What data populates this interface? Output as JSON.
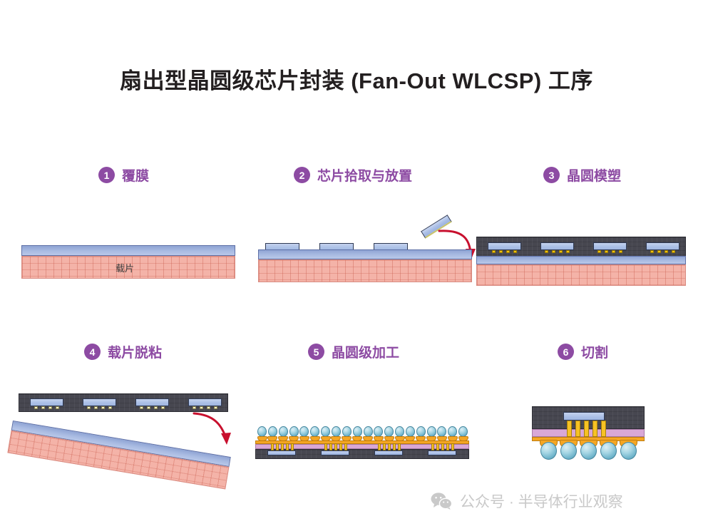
{
  "title": "扇出型晶圆级芯片封装 (Fan-Out WLCSP) 工序",
  "colors": {
    "accent_purple": "#8d4ba3",
    "carrier_pink": "#f4b3a8",
    "film_blue": "#a9bbe2",
    "mold_gray": "#474750",
    "die_blue": "#aabfe6",
    "dielectric_violet": "#d9a8d6",
    "rdl_orange": "#f5a623",
    "via_gold": "#f6c224",
    "solder_teal": "#6fb4cb",
    "arrow_red": "#c8102e",
    "title_black": "#231f20",
    "watermark_gray": "#c9c9c9"
  },
  "steps": [
    {
      "number": "1",
      "label": "覆膜",
      "caption": "载片"
    },
    {
      "number": "2",
      "label": "芯片拾取与放置",
      "caption": ""
    },
    {
      "number": "3",
      "label": "晶圆模塑",
      "caption": ""
    },
    {
      "number": "4",
      "label": "载片脱粘",
      "caption": ""
    },
    {
      "number": "5",
      "label": "晶圆级加工",
      "caption": ""
    },
    {
      "number": "6",
      "label": "切割",
      "caption": ""
    }
  ],
  "watermark": {
    "icon": "wechat-icon",
    "text": "公众号 · 半导体行业观察"
  }
}
